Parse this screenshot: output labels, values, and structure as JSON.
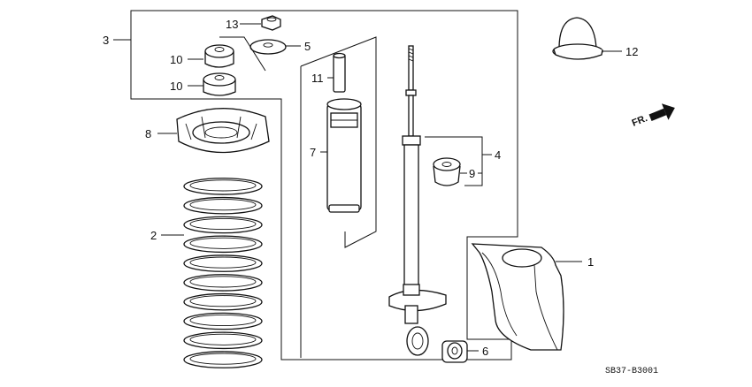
{
  "callouts": {
    "c1": "1",
    "c2": "2",
    "c3": "3",
    "c4": "4",
    "c5": "5",
    "c6": "6",
    "c7": "7",
    "c8": "8",
    "c9": "9",
    "c10a": "10",
    "c10b": "10",
    "c11": "11",
    "c12": "12",
    "c13": "13"
  },
  "direction_label": "FR.",
  "diagram_code": "SB37-B3001",
  "icons": {
    "direction_arrow": "arrow-right-icon"
  }
}
